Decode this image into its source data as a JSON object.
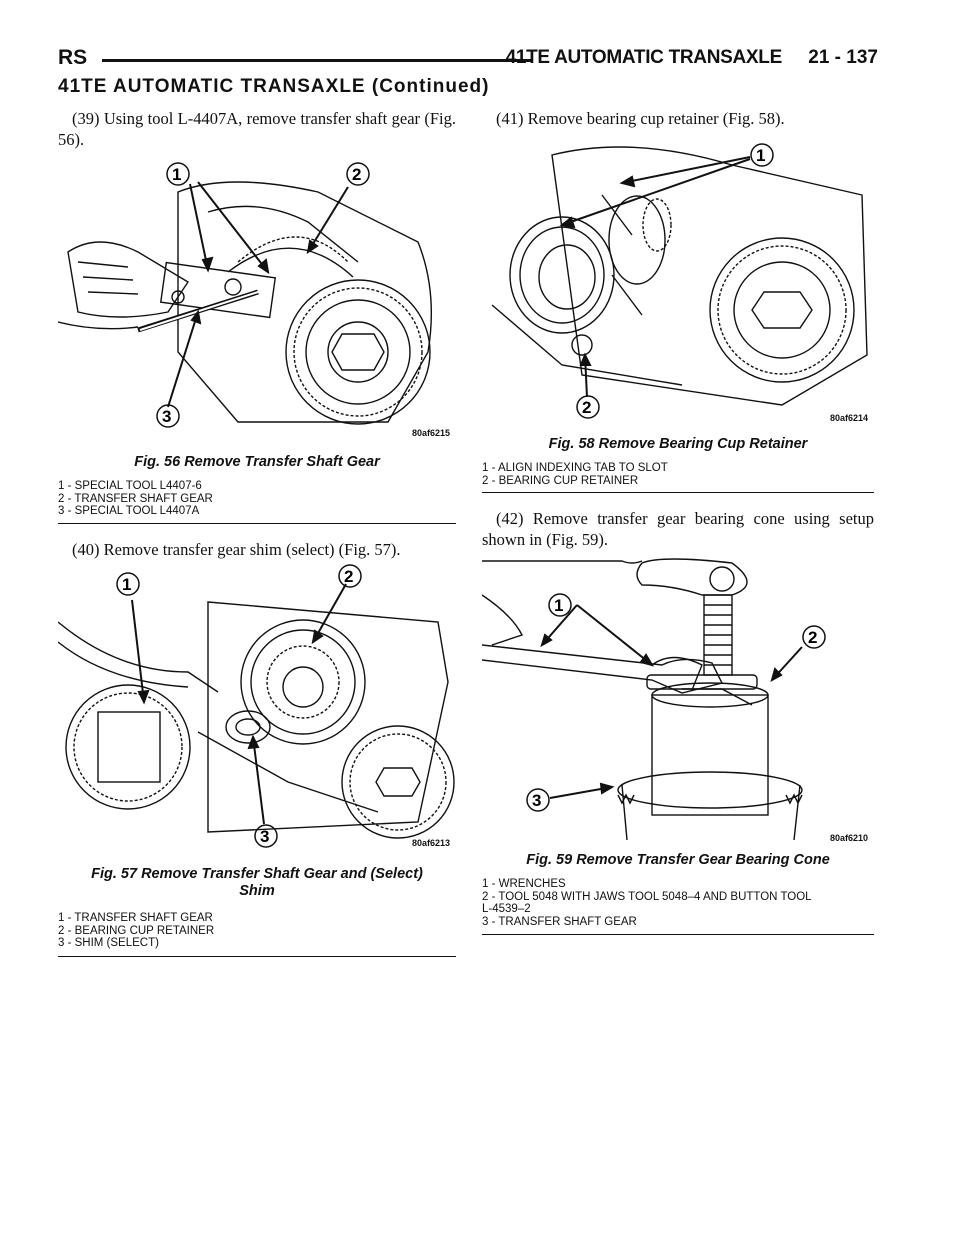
{
  "header": {
    "section": "RS",
    "title": "41TE AUTOMATIC TRANSAXLE",
    "page": "21 - 137",
    "continued": "41TE AUTOMATIC TRANSAXLE (Continued)"
  },
  "steps": {
    "s39": "(39) Using tool L-4407A, remove transfer shaft gear (Fig. 56).",
    "s40": "(40) Remove transfer gear shim (select) (Fig. 57).",
    "s41": "(41) Remove bearing cup retainer (Fig. 58).",
    "s42": "(42) Remove transfer gear bearing cone using setup shown in (Fig. 59)."
  },
  "figures": {
    "fig56": {
      "id": "80af6215",
      "caption": "Fig. 56 Remove Transfer Shaft Gear",
      "callouts": [
        "1",
        "2",
        "3"
      ],
      "legend": [
        "1 - SPECIAL TOOL L4407-6",
        "2 - TRANSFER SHAFT GEAR",
        "3 - SPECIAL TOOL L4407A"
      ]
    },
    "fig57": {
      "id": "80af6213",
      "caption_line1": "Fig. 57 Remove Transfer Shaft Gear and (Select)",
      "caption_line2": "Shim",
      "callouts": [
        "1",
        "2",
        "3"
      ],
      "legend": [
        "1 - TRANSFER SHAFT GEAR",
        "2 - BEARING CUP RETAINER",
        "3 - SHIM (SELECT)"
      ]
    },
    "fig58": {
      "id": "80af6214",
      "caption": "Fig. 58 Remove Bearing Cup Retainer",
      "callouts": [
        "1",
        "2"
      ],
      "legend": [
        "1 - ALIGN INDEXING TAB TO SLOT",
        "2 - BEARING CUP RETAINER"
      ]
    },
    "fig59": {
      "id": "80af6210",
      "caption": "Fig. 59 Remove Transfer Gear Bearing Cone",
      "callouts": [
        "1",
        "2",
        "3"
      ],
      "legend": [
        "1 - WRENCHES",
        "2 - TOOL 5048 WITH JAWS TOOL 5048–4 AND BUTTON TOOL",
        "L-4539–2",
        "3 - TRANSFER SHAFT GEAR"
      ]
    }
  }
}
